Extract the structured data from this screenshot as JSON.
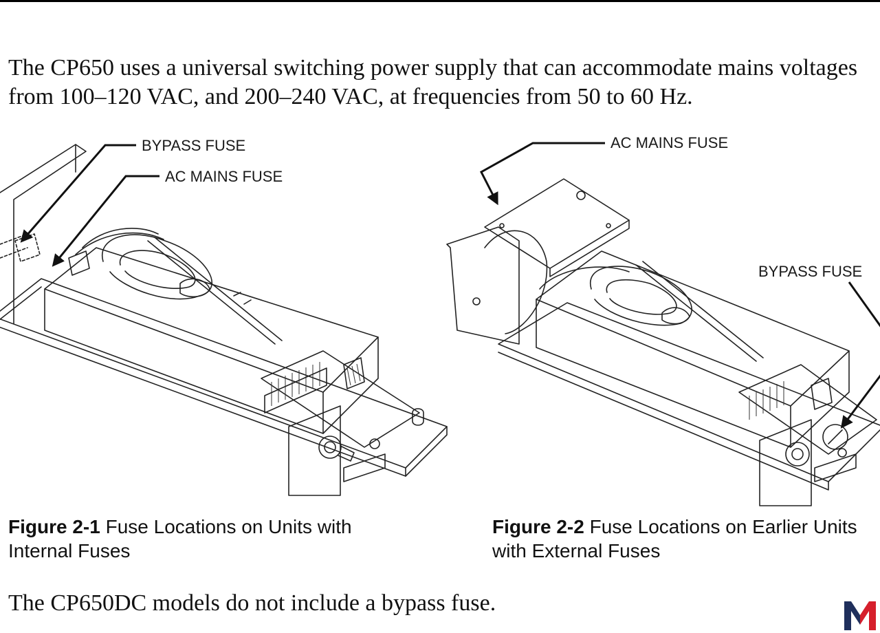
{
  "intro_text": "The CP650 uses a universal switching power supply that can accommodate mains voltages from 100–120 VAC, and 200–240 VAC, at frequencies from 50 to 60 Hz.",
  "figure1": {
    "callouts": {
      "bypass": "BYPASS FUSE",
      "ac_mains": "AC MAINS FUSE"
    },
    "caption_number": "Figure 2-1",
    "caption_text": " Fuse Locations on Units with Internal Fuses"
  },
  "figure2": {
    "callouts": {
      "ac_mains": "AC MAINS FUSE",
      "bypass": "BYPASS FUSE"
    },
    "caption_number": "Figure 2-2",
    "caption_text": " Fuse Locations on Earlier Units with External Fuses"
  },
  "note_text": "The CP650DC models do not include a bypass fuse.",
  "logo": {
    "icon": "m-logo-icon",
    "colors": [
      "#1f2f5c",
      "#d61f2c"
    ]
  }
}
